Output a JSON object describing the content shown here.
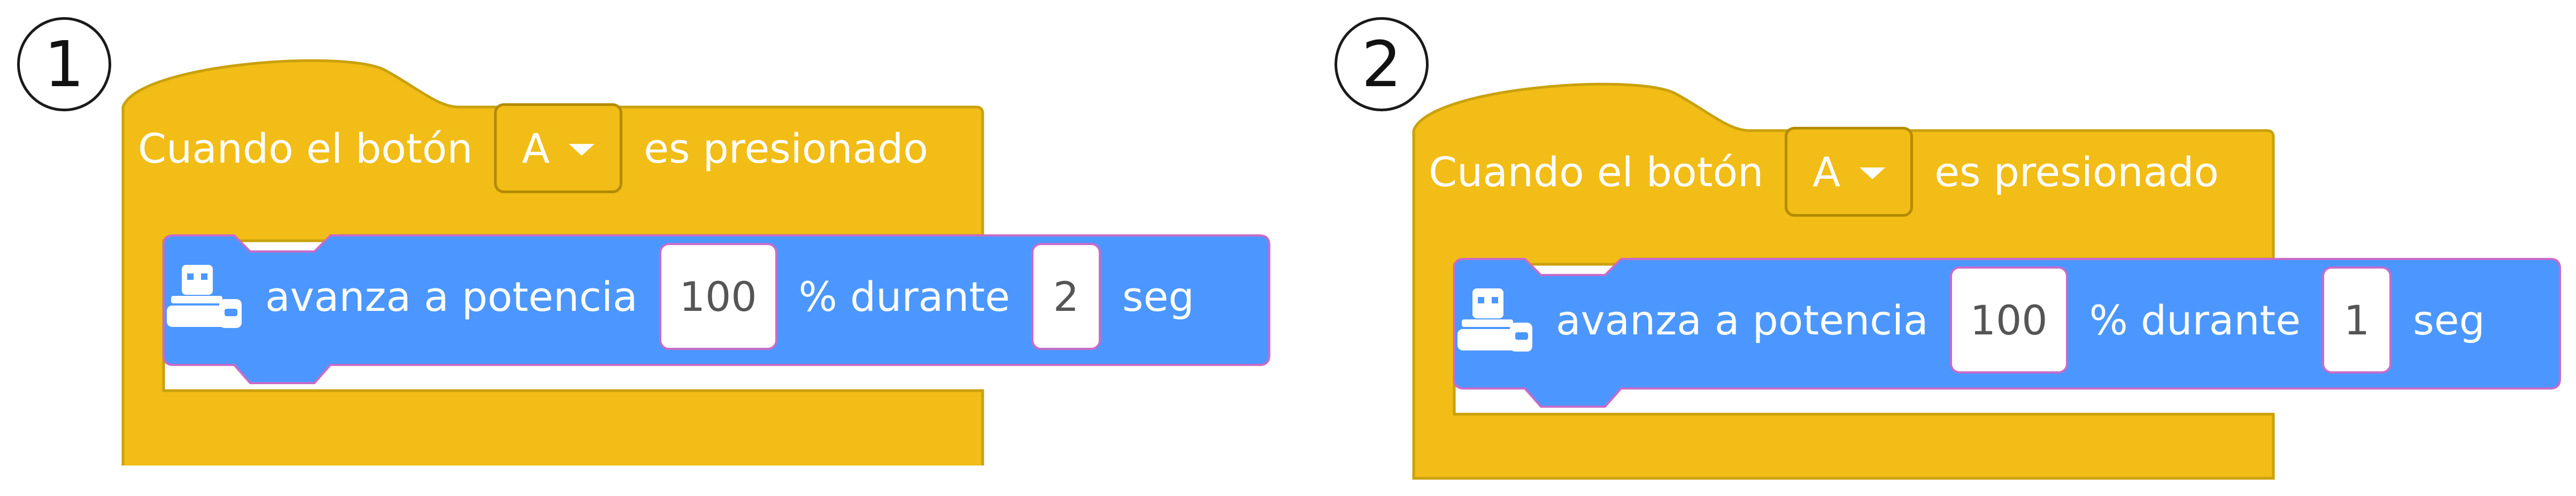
{
  "colors": {
    "hat_block": "#f1bd16",
    "hat_border": "#c9a10c",
    "motion_block": "#4c97ff",
    "motion_border": "#3f7fd8",
    "input_border": "#c86bc9"
  },
  "scripts": [
    {
      "step": "1",
      "event_block": {
        "label_before": "Cuando el botón",
        "button_value": "A",
        "label_after": "es presionado"
      },
      "motion_block": {
        "icon": "robot-icon",
        "label": "avanza a potencia",
        "power": "100",
        "label_mid": "% durante",
        "duration": "2",
        "unit": "seg"
      }
    },
    {
      "step": "2",
      "event_block": {
        "label_before": "Cuando el botón",
        "button_value": "A",
        "label_after": "es presionado"
      },
      "motion_block": {
        "icon": "robot-icon",
        "label": "avanza a potencia",
        "power": "100",
        "label_mid": "% durante",
        "duration": "1",
        "unit": "seg"
      }
    }
  ]
}
